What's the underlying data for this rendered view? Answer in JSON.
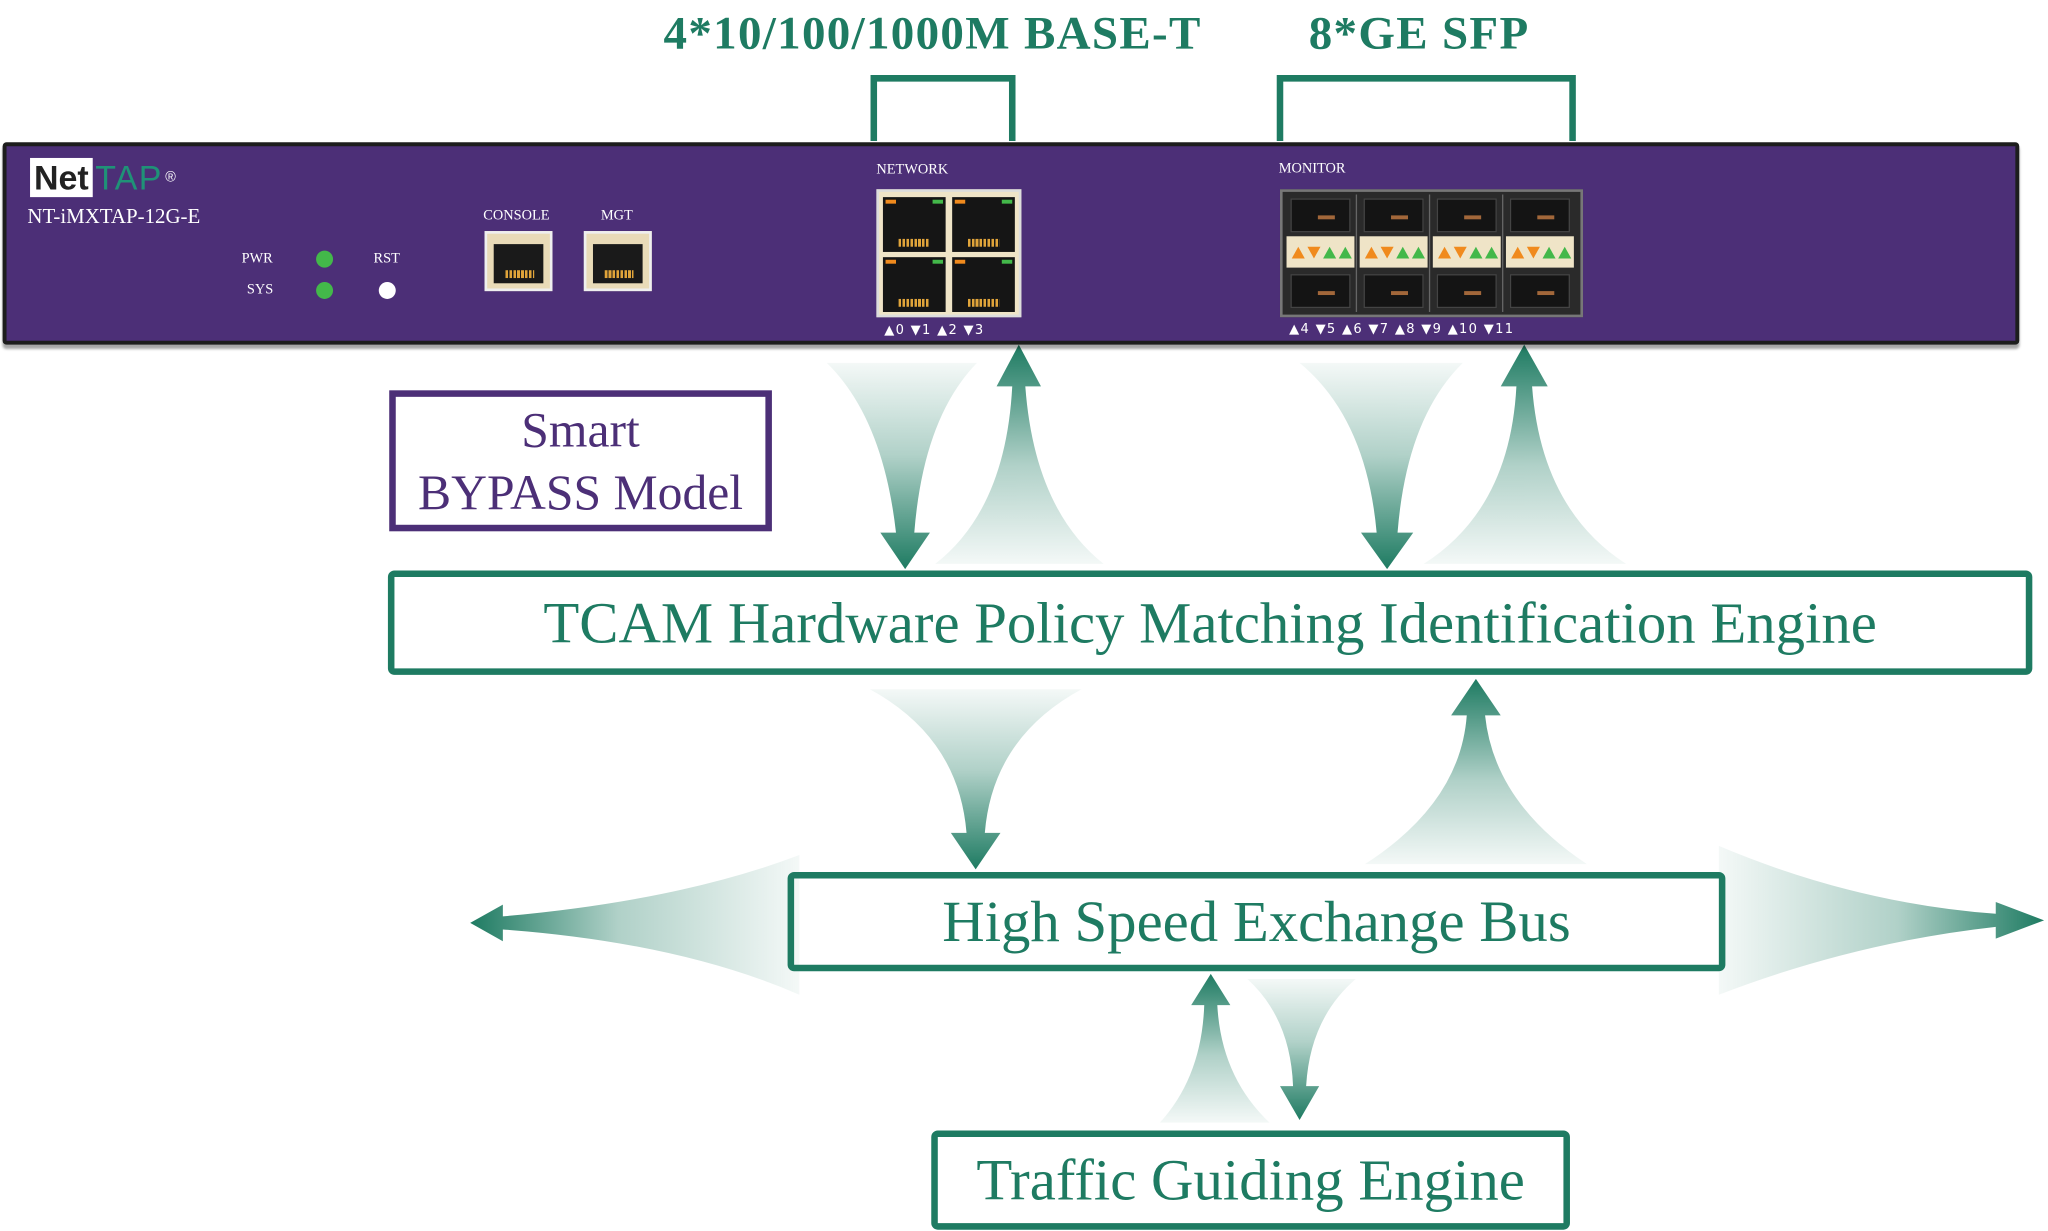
{
  "top_labels": {
    "base_t": "4*10/100/1000M BASE-T",
    "sfp": "8*GE SFP"
  },
  "device": {
    "logo_net": "Net",
    "logo_tap": "TAP",
    "logo_reg": "®",
    "model": "NT-iMXTAP-12G-E",
    "pwr": "PWR",
    "sys": "SYS",
    "rst": "RST",
    "console": "CONSOLE",
    "mgt": "MGT",
    "network": "NETWORK",
    "monitor": "MONITOR",
    "network_ports": "▲0 ▼1   ▲2 ▼3",
    "monitor_ports": "▲4 ▼5   ▲6 ▼7   ▲8 ▼9   ▲10 ▼11"
  },
  "model_box": {
    "line1": "Smart",
    "line2": "BYPASS Model"
  },
  "boxes": {
    "tcam": "TCAM Hardware Policy Matching Identification Engine",
    "bus": "High Speed Exchange Bus",
    "traffic": "Traffic Guiding Engine"
  },
  "colors": {
    "green": "#1e7b62",
    "purple": "#4c2f77"
  }
}
